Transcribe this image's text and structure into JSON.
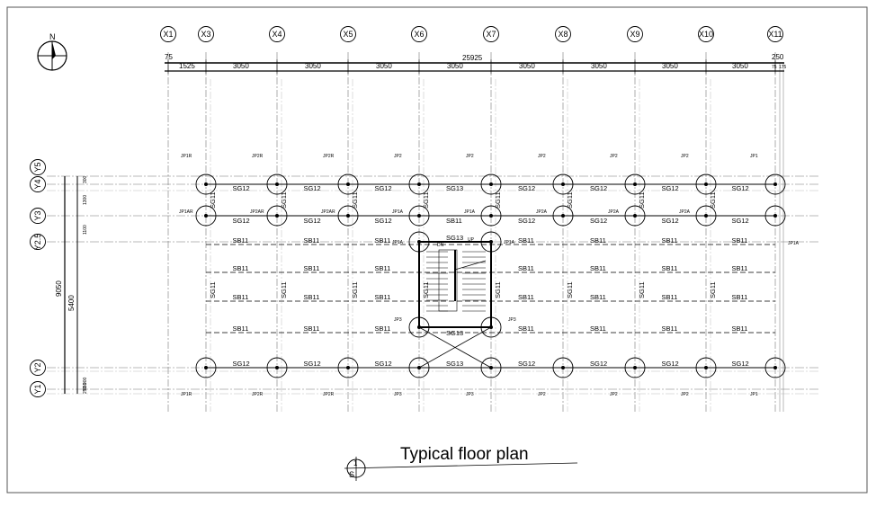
{
  "north_label": "N",
  "grid_x": [
    "X1",
    "X3",
    "X4",
    "X5",
    "X6",
    "X7",
    "X8",
    "X9",
    "X10",
    "X11"
  ],
  "grid_y": [
    "Y5",
    "Y4",
    "Y3",
    "Y2.5",
    "Y2",
    "Y1"
  ],
  "dims_top": {
    "total": "25925",
    "left_small": "75",
    "right_small": "250",
    "right_tiny": "75",
    "right_tiny2": "175",
    "segments": [
      "1525",
      "3050",
      "3050",
      "3050",
      "3050",
      "3050",
      "3050",
      "3050",
      "3050"
    ]
  },
  "dims_left": {
    "total": "9050",
    "sub": "5400",
    "segments": [
      "300",
      "1300",
      "1100",
      "900",
      "650",
      "250"
    ]
  },
  "labels": {
    "jp_top": [
      "JP1R",
      "JP2R",
      "JP2R",
      "JP2",
      "JP2",
      "JP2",
      "JP2",
      "JP2",
      "JP1"
    ],
    "jp_y3": [
      "JP1AR",
      "JP2AR",
      "JP2AR",
      "JP1A",
      "JP1A",
      "JP2A",
      "JP2A",
      "JP2A"
    ],
    "jp_y25": [
      "JP1A",
      "JP1A",
      "JP1A"
    ],
    "jp_y2": [
      "JP3",
      "JP3"
    ],
    "jp_bot": [
      "JP1R",
      "JP2R",
      "JP2R",
      "JP3",
      "JP3",
      "JP2",
      "JP2",
      "JP2",
      "JP1"
    ],
    "sg12": "SG12",
    "sg13": "SG13",
    "sg11": "SG11",
    "sb11": "SB11",
    "dn": "DN",
    "up": "UP"
  },
  "title": {
    "text": "Typical floor plan",
    "ref_number": "1",
    "ref_sheet": "S"
  }
}
